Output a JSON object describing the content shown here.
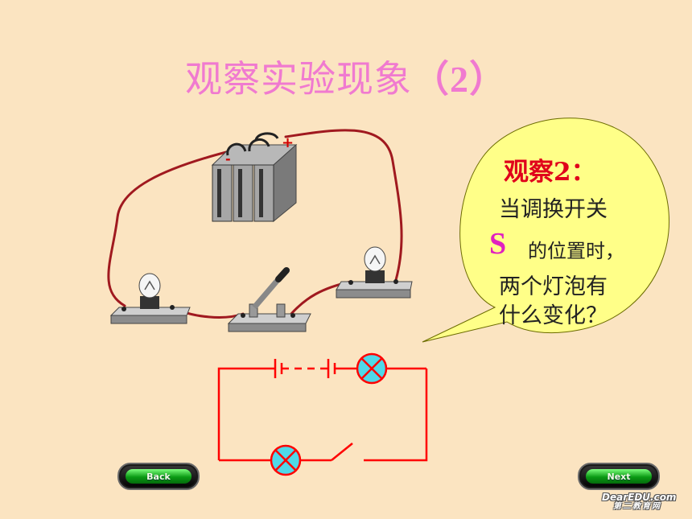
{
  "title": {
    "text": "观察实验现象",
    "number": "（2）"
  },
  "bubble": {
    "heading": "观察2：",
    "line1": "当调换开关",
    "s_letter": "S",
    "line2": "的位置时，",
    "line3": "两个灯泡有",
    "line4": "什么变化？"
  },
  "nav": {
    "back": "Back",
    "next": "Next"
  },
  "logo": {
    "line1": "DearEDU.com",
    "line2": "第二教育网"
  },
  "battery": {
    "plus": "+",
    "minus": "-"
  },
  "colors": {
    "background": "#fbe4c1",
    "title": "#f07ad0",
    "heading": "#e0001b",
    "circuit": "#ff0000",
    "wire": "#a0191f",
    "bubble": "#ffff88",
    "lamp": "#4fd8e8"
  }
}
